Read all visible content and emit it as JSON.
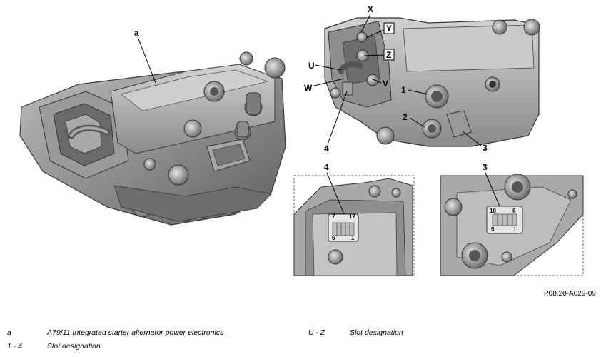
{
  "figure": {
    "callouts": {
      "a": "a",
      "X": "X",
      "Y": "Y",
      "Z": "Z",
      "U": "U",
      "W": "W",
      "V": "V",
      "n1": "1",
      "n2": "2",
      "n3": "3",
      "n4": "4",
      "detail4": "4",
      "detail3": "3"
    },
    "pins_detail4": {
      "p7": "7",
      "p12": "12",
      "p6": "6",
      "p1": "1"
    },
    "pins_detail3": {
      "p10": "10",
      "p6": "6",
      "p5": "5",
      "p1": "1"
    },
    "reference": "P08.20-A029-09"
  },
  "legend": [
    {
      "key": "a",
      "description": "A79/11 Integrated starter alternator power electronics"
    },
    {
      "key": "1 - 4",
      "description": "Slot designation"
    },
    {
      "key": "U - Z",
      "description": "Slot designation"
    }
  ]
}
